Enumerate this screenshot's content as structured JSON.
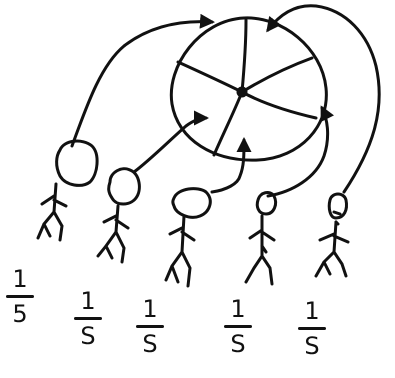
{
  "diagram": {
    "pie": {
      "slices": 5
    },
    "people": [
      {
        "fraction": {
          "numerator": "1",
          "denominator": "5"
        }
      },
      {
        "fraction": {
          "numerator": "1",
          "denominator": "S"
        }
      },
      {
        "fraction": {
          "numerator": "1",
          "denominator": "S"
        }
      },
      {
        "fraction": {
          "numerator": "1",
          "denominator": "S"
        }
      },
      {
        "fraction": {
          "numerator": "1",
          "denominator": "S"
        }
      }
    ],
    "ink_color": "#111111"
  }
}
